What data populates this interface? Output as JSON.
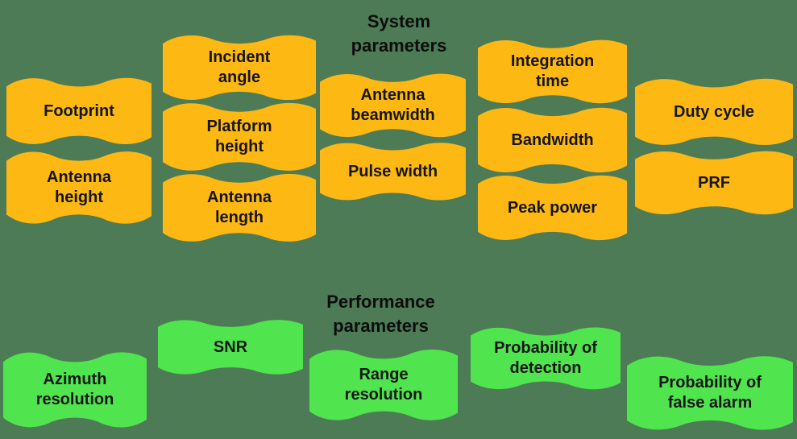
{
  "colors": {
    "background": "#4d7b55",
    "system_banner": "#fdb814",
    "performance_banner": "#50e44e",
    "text": "#151515"
  },
  "system": {
    "title": "System parameters",
    "banners": [
      "Footprint",
      "Antenna height",
      "Incident angle",
      "Platform height",
      "Antenna length",
      "Antenna beamwidth",
      "Pulse width",
      "Integration time",
      "Bandwidth",
      "Peak power",
      "Duty cycle",
      "PRF"
    ]
  },
  "performance": {
    "title": "Performance parameters",
    "banners": [
      "Azimuth resolution",
      "SNR",
      "Range resolution",
      "Probability of detection",
      "Probability of false alarm"
    ]
  }
}
